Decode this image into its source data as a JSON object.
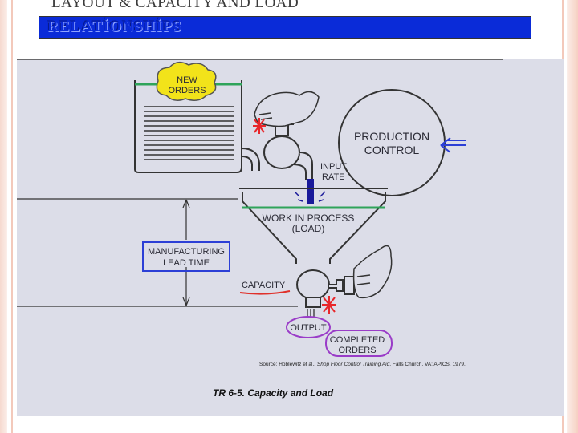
{
  "slide": {
    "title_line1": "LAYOUT & CAPACITY AND LOAD",
    "title_line2": "RELATİONSHİPS"
  },
  "figure": {
    "labels": {
      "new_orders_1": "NEW",
      "new_orders_2": "ORDERS",
      "production_control_1": "PRODUCTION",
      "production_control_2": "CONTROL",
      "input_rate_1": "INPUT",
      "input_rate_2": "RATE",
      "wip_1": "WORK IN PROCESS",
      "wip_2": "(LOAD)",
      "mlt_1": "MANUFACTURING",
      "mlt_2": "LEAD TIME",
      "capacity": "CAPACITY",
      "output": "OUTPUT",
      "completed_1": "COMPLETED",
      "completed_2": "ORDERS"
    },
    "source_prefix": "Source: Hoblewitz et al., ",
    "source_title": "Shop Floor Control Training Aid",
    "source_suffix": ", Falls Church, VA: APICS, 1979.",
    "caption": "TR 6-5. Capacity and Load"
  },
  "colors": {
    "title_bar": "#0a2bd8",
    "highlight_yellow": "#f2e31a",
    "arrow_blue": "#2c3fd6",
    "capacity_underline": "#e0302a",
    "output_circle": "#9a3cc8",
    "water_green": "#2fa45a",
    "flow_blue": "#1a1a9a",
    "star_red": "#e8262a"
  }
}
